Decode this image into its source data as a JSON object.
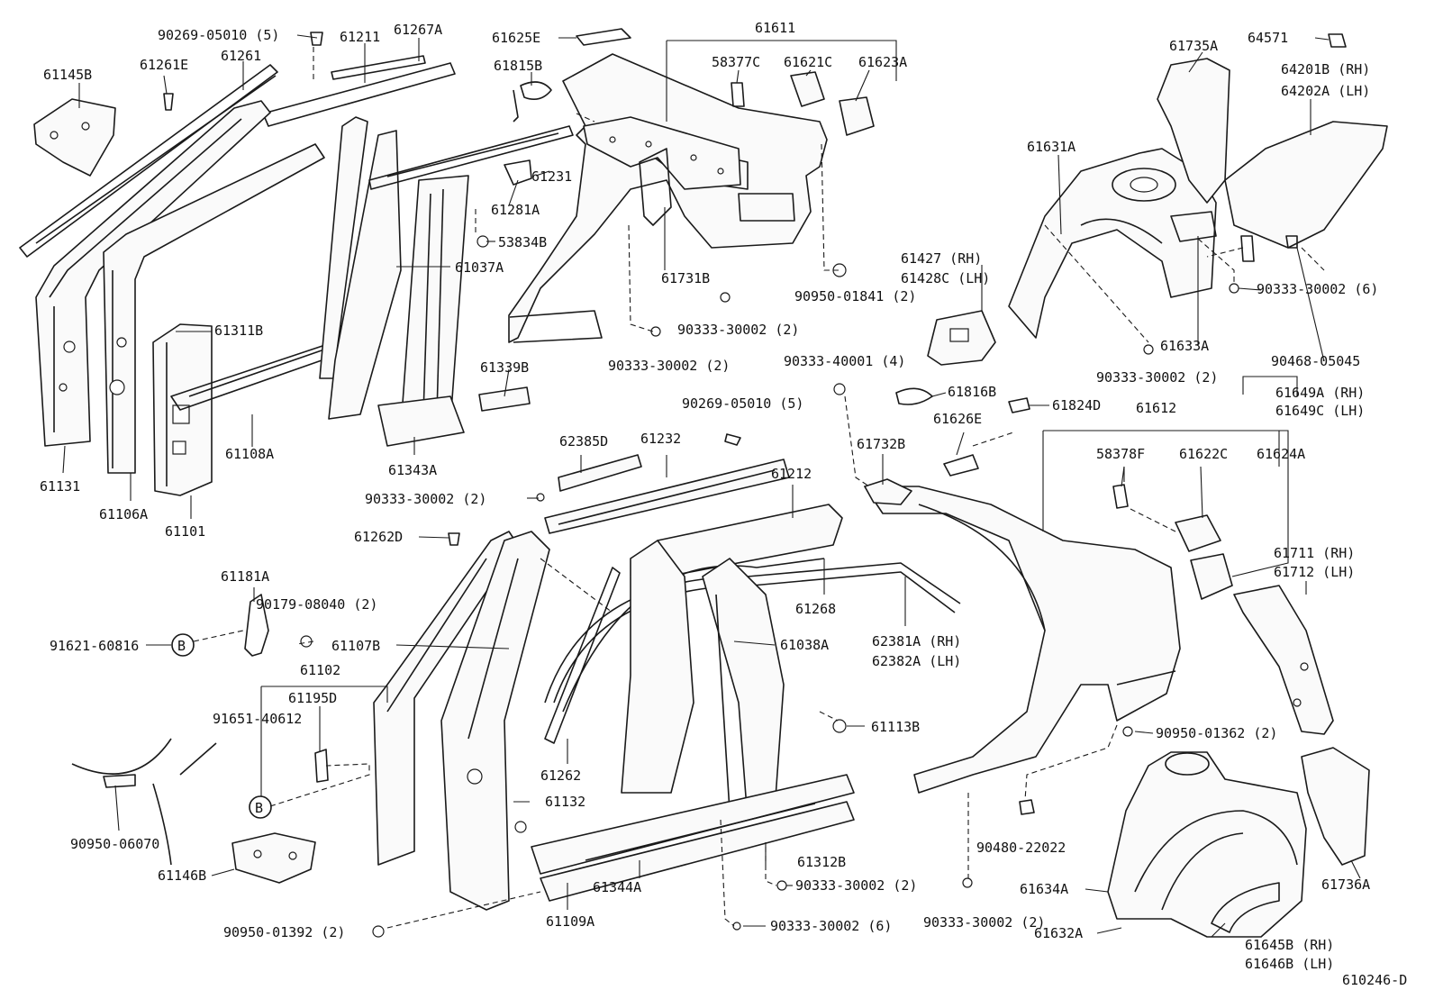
{
  "diagram_id": "610246-D",
  "callout_b": "B",
  "labels": [
    "90269-05010 (5)",
    "61211",
    "61267A",
    "61625E",
    "61611",
    "64571",
    "61145B",
    "61261E",
    "61261",
    "61815B",
    "58377C",
    "61621C",
    "61623A",
    "61735A",
    "64201B (RH)",
    "64202A (LH)",
    "61231",
    "61631A",
    "61281A",
    "53834B",
    "61037A",
    "61731B",
    "61427  (RH)",
    "61428C (LH)",
    "90950-01841 (2)",
    "90333-30002 (6)",
    "61311B",
    "90333-30002 (2)",
    "61633A",
    "61339B",
    "90333-30002 (2)",
    "90333-30002 (2)",
    "90468-05045",
    "90333-40001 (4)",
    "61816B",
    "61824D",
    "61649A (RH)",
    "61649C (LH)",
    "90269-05010 (5)",
    "61612",
    "61108A",
    "61626E",
    "62385D",
    "61232",
    "61732B",
    "61131",
    "61343A",
    "58378F",
    "61622C",
    "61624A",
    "61212",
    "61106A",
    "90333-30002 (2)",
    "61101",
    "61262D",
    "61711 (RH)",
    "61712 (LH)",
    "61181A",
    "61268",
    "90179-08040 (2)",
    "91621-60816",
    "61107B",
    "62381A (RH)",
    "62382A (LH)",
    "61038A",
    "61102",
    "61195D",
    "91651-40612",
    "61113B",
    "90950-01362 (2)",
    "61262",
    "61132",
    "90950-06070",
    "61312B",
    "90480-22022",
    "61146B",
    "90333-30002 (2)",
    "61344A",
    "61634A",
    "61736A",
    "90950-01392 (2)",
    "61109A",
    "90333-30002 (6)",
    "90333-30002 (2)",
    "61632A",
    "61645B (RH)",
    "61646B (LH)"
  ]
}
